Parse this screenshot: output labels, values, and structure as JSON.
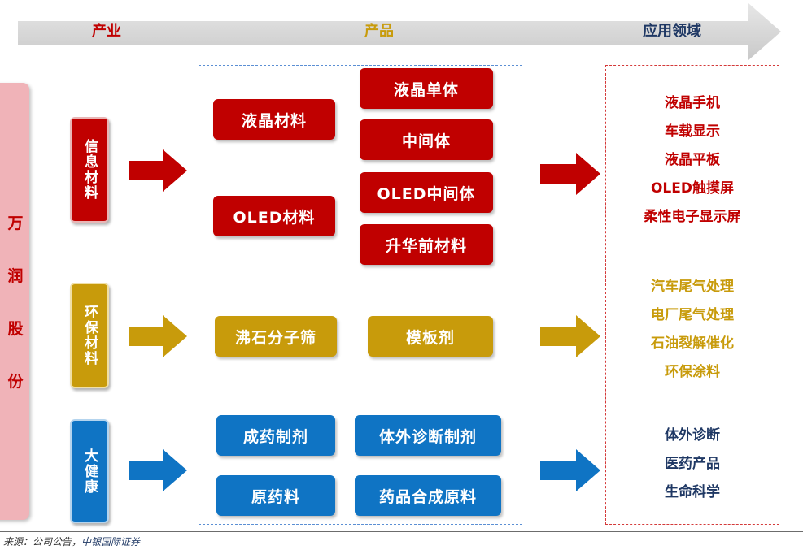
{
  "header": {
    "industry_label": "产业",
    "product_label": "产品",
    "application_label": "应用领域",
    "colors": {
      "industry": "#c00000",
      "product": "#c89b0b",
      "application": "#1f3864"
    }
  },
  "company": {
    "name_chars": [
      "万",
      "润",
      "股",
      "份"
    ]
  },
  "segments": [
    {
      "category": "信息材料",
      "color": "#c00000",
      "products": [
        "液晶材料",
        "液晶单体",
        "中间体",
        "OLED材料",
        "OLED中间体",
        "升华前材料"
      ],
      "applications": [
        "液晶手机",
        "车载显示",
        "液晶平板",
        "OLED触摸屏",
        "柔性电子显示屏"
      ]
    },
    {
      "category": "环保材料",
      "color": "#c89b0b",
      "products": [
        "沸石分子筛",
        "模板剂"
      ],
      "applications": [
        "汽车尾气处理",
        "电厂尾气处理",
        "石油裂解催化",
        "环保涂料"
      ]
    },
    {
      "category": "大健康",
      "color": "#0f74c4",
      "products": [
        "成药制剂",
        "体外诊断制剂",
        "原药料",
        "药品合成原料"
      ],
      "applications": [
        "体外诊断",
        "医药产品",
        "生命科学"
      ]
    }
  ],
  "source": {
    "prefix": "来源：公司公告，",
    "org": "中银国际证券"
  }
}
